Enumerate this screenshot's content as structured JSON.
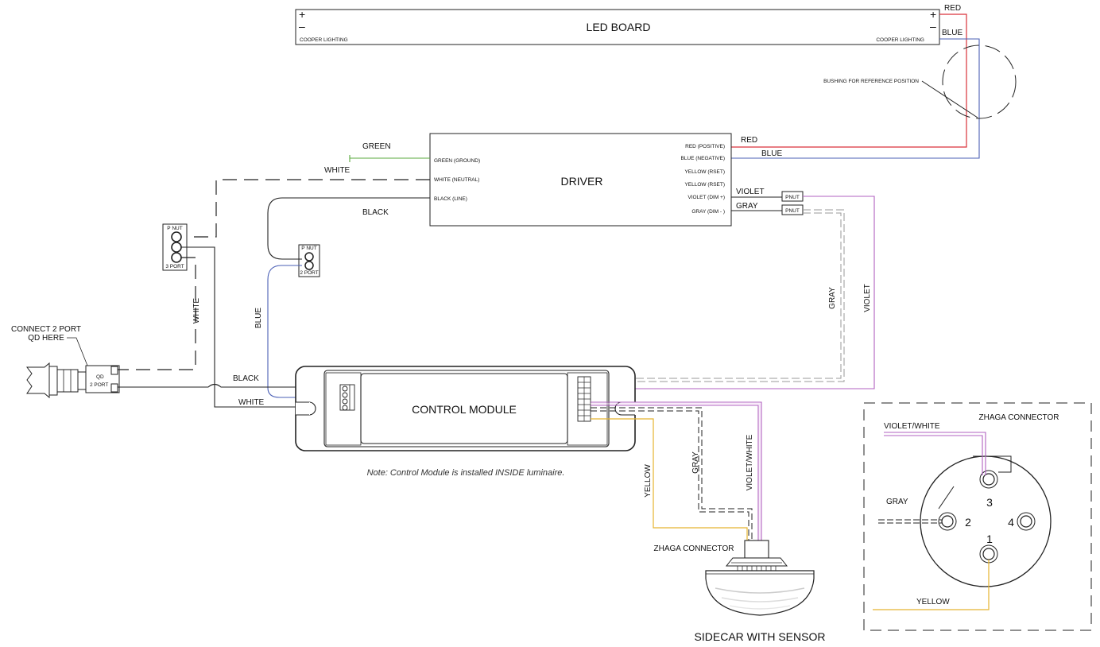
{
  "led_board": {
    "title": "LED BOARD",
    "plus": "+",
    "minus": "–",
    "maker_left": "COOPER LIGHTING",
    "maker_right": "COOPER LIGHTING",
    "wire_red": "RED",
    "wire_blue": "BLUE"
  },
  "bushing_label": "BUSHING FOR REFERENCE POSITION",
  "driver": {
    "title": "DRIVER",
    "left_terminals": [
      "GREEN (GROUND)",
      "WHITE (NEUTRAL)",
      "BLACK (LINE)"
    ],
    "right_terminals": [
      "RED (POSITIVE)",
      "BLUE (NEGATIVE)",
      "YELLOW (RSET)",
      "YELLOW (RSET)",
      "VIOLET (DIM +)",
      "GRAY (DIM - )"
    ],
    "wire_green": "GREEN",
    "wire_white": "WHITE",
    "wire_black": "BLACK",
    "wire_red": "RED",
    "wire_blue": "BLUE",
    "wire_violet": "VIOLET",
    "wire_gray": "GRAY",
    "pnut": "PNUT"
  },
  "pnut_3port": {
    "top": "P NUT",
    "bottom": "3 PORT"
  },
  "pnut_2port": {
    "top": "P NUT",
    "bottom": "2 PORT"
  },
  "qd": {
    "callout_line1": "CONNECT 2 PORT",
    "callout_line2": "QD HERE",
    "label_line1": "QD",
    "label_line2": "2 PORT"
  },
  "wires": {
    "white_vertical": "WHITE",
    "blue_vertical": "BLUE",
    "black_to_module": "BLACK",
    "white_to_module": "WHITE",
    "gray_right": "GRAY",
    "violet_right": "VIOLET",
    "yellow_sensor": "YELLOW",
    "gray_sensor": "GRAY",
    "violet_white_sensor": "VIOLET/WHITE"
  },
  "control_module": {
    "title": "CONTROL MODULE",
    "note": "Note:  Control Module is installed INSIDE luminaire."
  },
  "sensor": {
    "connector_label": "ZHAGA CONNECTOR",
    "title": "SIDECAR WITH SENSOR"
  },
  "zhaga_detail": {
    "title": "ZHAGA CONNECTOR",
    "violet_white": "VIOLET/WHITE",
    "gray": "GRAY",
    "yellow": "YELLOW",
    "pins": [
      "1",
      "2",
      "3",
      "4"
    ]
  },
  "colors": {
    "red": "#d9313a",
    "blue": "#4a5fb5",
    "green": "#5aaa3c",
    "violet": "#b060c0",
    "yellow": "#e5b530",
    "gray": "#9a9a9a",
    "line": "#222222"
  }
}
